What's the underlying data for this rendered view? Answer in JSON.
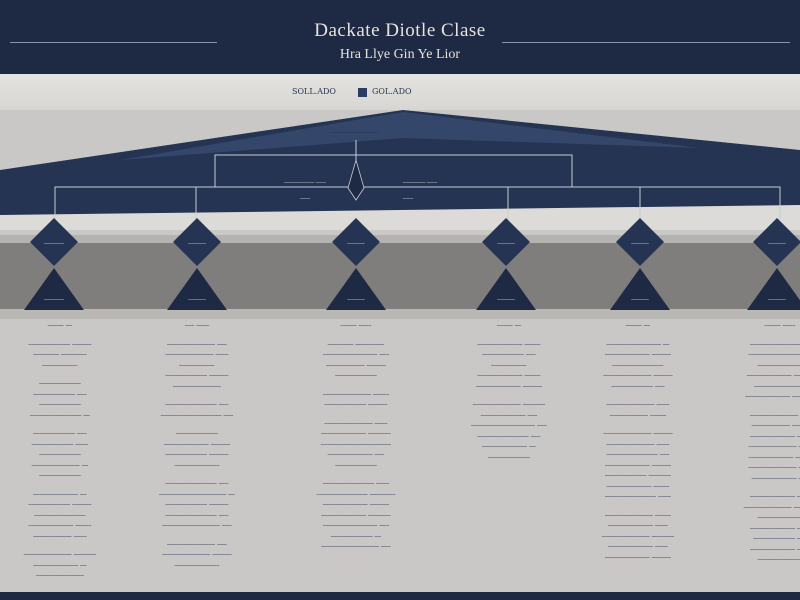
{
  "header": {
    "title": "Dackate Diotle Clase",
    "subtitle": "Hra Llye Gin Ye Lior"
  },
  "legend": {
    "left_label": "SOLL.ADO",
    "right_label": "GOL.ADO",
    "swatch_color": "#2b3d63"
  },
  "colors": {
    "navy": "#1e2a44",
    "node": "#243452",
    "band_grey": "#7f7e7d",
    "paper": "#c9c8c6"
  },
  "tree": {
    "root_label": "_________ _________",
    "branch_left_label": "____________ ____",
    "branch_right_label": "_________ ____",
    "sub_left": "____",
    "sub_right": "____",
    "nodes": [
      {
        "upper": "________",
        "lower": "________"
      },
      {
        "upper": "_______",
        "lower": "_______"
      },
      {
        "upper": "_______",
        "lower": "_______"
      },
      {
        "upper": "_______",
        "lower": "_______"
      },
      {
        "upper": "_______",
        "lower": "_______"
      },
      {
        "upper": "_______",
        "lower": "_______"
      }
    ]
  },
  "columns": [
    {
      "lines": [
        "_____ __",
        "",
        "_____________ ______",
        "________ ________",
        "___________",
        "",
        "_____________",
        "_____________ ___",
        "_____________",
        "________________ __",
        "",
        "_____________ ___",
        "_____________ ____",
        "_____________",
        "_______________ __",
        "_____________",
        "",
        "______________ __",
        "_____________ ______",
        "________________",
        "______________ _____",
        "____________ ____",
        "",
        "_______________ _______",
        "______________ __",
        "_______________"
      ]
    },
    {
      "lines": [
        "___ ____",
        "",
        "_______________ ___",
        "_______________ ____",
        "___________",
        "_____________ ______",
        "_______________",
        "",
        "________________ ___",
        "___________________ ___",
        "",
        "_____________",
        "______________ ______",
        "_____________ ______",
        "______________",
        "",
        "________________ ___",
        "_____________________ __",
        "_____________ ______",
        "________________ ___",
        "__________________ ___",
        "",
        "_______________ ___",
        "_______________ ______",
        "______________"
      ]
    },
    {
      "lines": [
        "_____ ____",
        "",
        "________ _________",
        "_________________ ___",
        "____________ ______",
        "_____________",
        "",
        "_______________ _____",
        "_____________ ______",
        "",
        "_______________ ____",
        "______________ _______",
        "______________________",
        "______________ ___",
        "_____________",
        "",
        "________________ ____",
        "________________ ________",
        "______________ ______",
        "______________ _______",
        "_________________ ___",
        "_____________ __",
        "__________________ ___"
      ]
    },
    {
      "lines": [
        "_____ __",
        "",
        "______________ _____",
        "_____________ ___",
        "___________",
        "______________ _____",
        "______________ ______",
        "",
        "_______________ _______",
        "______________ ___",
        "____________________ ___",
        "________________ ___",
        "______________ __",
        "_____________"
      ]
    },
    {
      "lines": [
        "_____ __",
        "",
        "_________________ __",
        "______________ ______",
        "________________",
        "_______________ ______",
        "_____________ ___",
        "",
        "_______________ ____",
        "____________ _____",
        "",
        "_______________ ______",
        "_______________ ____",
        "________________ ___",
        "______________ ______",
        "_____________ _______",
        "______________ _____",
        "________________ ____",
        "",
        "_______________ _____",
        "______________ ____",
        "_______________ _______",
        "______________ ____",
        "______________ ______"
      ]
    },
    {
      "lines": [
        "_____ ____",
        "",
        "________________ __",
        "_________________ __",
        "______________",
        "______________ ______",
        "________________",
        "______________ _______",
        "",
        "_______________ ___",
        "____________ _____",
        "______________ ____",
        "_______________ ____",
        "______________ _____",
        "_______________ ____",
        "______________ ___",
        "",
        "______________ ____",
        "_______________ _______",
        "______________",
        "______________ ____",
        "_____________ ___",
        "______________ ____",
        "______________"
      ]
    }
  ]
}
